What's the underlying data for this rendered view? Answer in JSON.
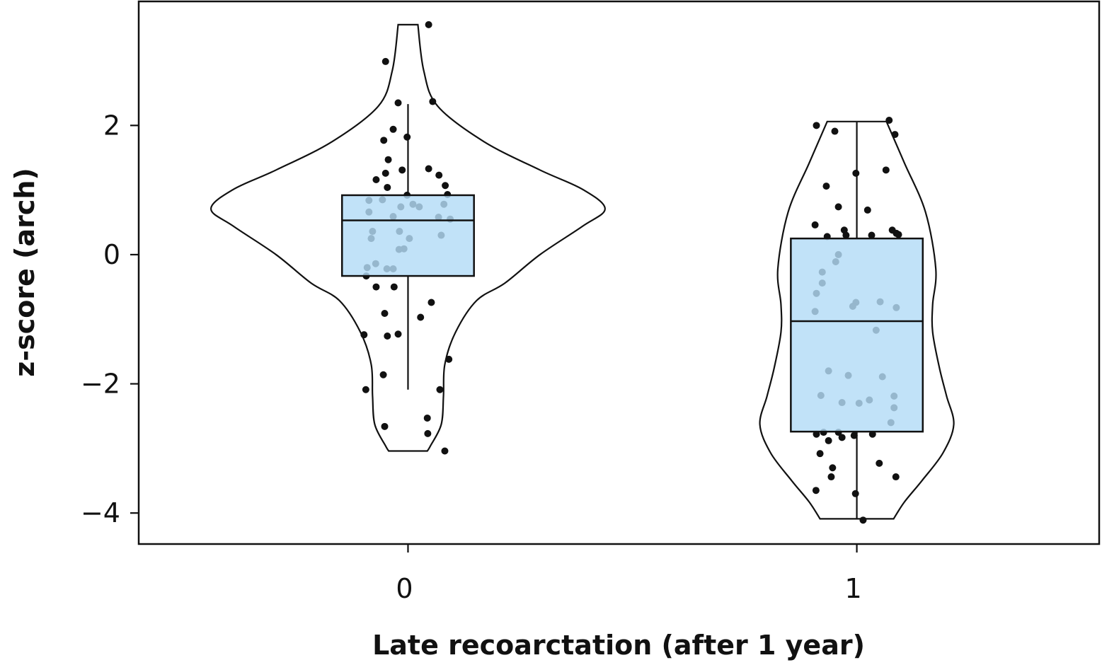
{
  "chart_data": {
    "type": "violin+box+jitter",
    "title": "",
    "xlabel": "Late recoarctation (after 1 year)",
    "ylabel": "z-score (arch)",
    "categories": [
      "0",
      "1"
    ],
    "yticks": [
      2,
      0,
      -2,
      -4
    ],
    "ytick_labels": [
      "2",
      "0",
      "−2",
      "−4"
    ],
    "ylim": [
      -4.48,
      3.92
    ],
    "xlim": [
      -0.6,
      1.54
    ],
    "grid": false,
    "colors": {
      "box_fill": "#b3dcf6",
      "outline": "#111111",
      "points": "#111111"
    },
    "groups": [
      {
        "name": "0",
        "box": {
          "q1": -0.33,
          "median": 0.53,
          "q3": 0.92,
          "whisker_low": -2.09,
          "whisker_high": 2.33
        },
        "violin": [
          [
            3.56,
            0.022
          ],
          [
            2.85,
            0.035
          ],
          [
            2.3,
            0.066
          ],
          [
            1.75,
            0.169
          ],
          [
            1.31,
            0.294
          ],
          [
            1.01,
            0.389
          ],
          [
            0.71,
            0.439
          ],
          [
            0.44,
            0.389
          ],
          [
            0,
            0.294
          ],
          [
            -0.44,
            0.216
          ],
          [
            -0.71,
            0.153
          ],
          [
            -1.2,
            0.106
          ],
          [
            -1.7,
            0.082
          ],
          [
            -2.19,
            0.079
          ],
          [
            -2.63,
            0.074
          ],
          [
            -2.96,
            0.05
          ],
          [
            -3.04,
            0.043
          ]
        ],
        "points": [
          [
            0.046,
            3.56
          ],
          [
            -0.05,
            2.99
          ],
          [
            0.055,
            2.37
          ],
          [
            -0.022,
            2.35
          ],
          [
            -0.033,
            1.94
          ],
          [
            -0.002,
            1.82
          ],
          [
            -0.054,
            1.77
          ],
          [
            -0.044,
            1.47
          ],
          [
            -0.013,
            1.31
          ],
          [
            -0.05,
            1.26
          ],
          [
            0.046,
            1.33
          ],
          [
            0.069,
            1.23
          ],
          [
            -0.071,
            1.16
          ],
          [
            0.083,
            1.07
          ],
          [
            -0.046,
            1.04
          ],
          [
            -0.002,
            0.92
          ],
          [
            0.088,
            0.93
          ],
          [
            -0.087,
            0.84
          ],
          [
            -0.057,
            0.85
          ],
          [
            0.011,
            0.78
          ],
          [
            -0.016,
            0.74
          ],
          [
            0.025,
            0.74
          ],
          [
            0.08,
            0.78
          ],
          [
            -0.087,
            0.66
          ],
          [
            -0.033,
            0.59
          ],
          [
            0.068,
            0.58
          ],
          [
            0.094,
            0.55
          ],
          [
            -0.079,
            0.36
          ],
          [
            -0.019,
            0.36
          ],
          [
            0.003,
            0.25
          ],
          [
            -0.082,
            0.25
          ],
          [
            0.074,
            0.3
          ],
          [
            -0.009,
            0.09
          ],
          [
            -0.02,
            0.08
          ],
          [
            -0.072,
            -0.14
          ],
          [
            -0.091,
            -0.2
          ],
          [
            -0.047,
            -0.22
          ],
          [
            -0.033,
            -0.22
          ],
          [
            -0.093,
            -0.33
          ],
          [
            -0.071,
            -0.5
          ],
          [
            -0.031,
            -0.5
          ],
          [
            -0.052,
            -0.91
          ],
          [
            0.052,
            -0.74
          ],
          [
            0.028,
            -0.97
          ],
          [
            -0.022,
            -1.23
          ],
          [
            -0.046,
            -1.26
          ],
          [
            -0.098,
            -1.24
          ],
          [
            0.091,
            -1.62
          ],
          [
            -0.055,
            -1.86
          ],
          [
            -0.094,
            -2.09
          ],
          [
            0.071,
            -2.09
          ],
          [
            0.043,
            -2.53
          ],
          [
            -0.052,
            -2.66
          ],
          [
            0.044,
            -2.77
          ],
          [
            0.082,
            -3.04
          ]
        ]
      },
      {
        "name": "1",
        "box": {
          "q1": -2.74,
          "median": -1.03,
          "q3": 0.25,
          "whisker_low": -4.09,
          "whisker_high": 2.05
        },
        "violin": [
          [
            2.06,
            0.066
          ],
          [
            1.42,
            0.106
          ],
          [
            0.66,
            0.153
          ],
          [
            -0.22,
            0.176
          ],
          [
            -0.77,
            0.169
          ],
          [
            -1.2,
            0.169
          ],
          [
            -1.75,
            0.184
          ],
          [
            -2.19,
            0.2
          ],
          [
            -2.63,
            0.216
          ],
          [
            -3.07,
            0.192
          ],
          [
            -3.5,
            0.145
          ],
          [
            -3.83,
            0.106
          ],
          [
            -4.09,
            0.082
          ]
        ],
        "points": [
          [
            0.072,
            2.08
          ],
          [
            -0.09,
            2.0
          ],
          [
            -0.049,
            1.91
          ],
          [
            0.085,
            1.86
          ],
          [
            -0.002,
            1.26
          ],
          [
            0.065,
            1.31
          ],
          [
            -0.068,
            1.06
          ],
          [
            -0.041,
            0.74
          ],
          [
            0.024,
            0.69
          ],
          [
            -0.093,
            0.46
          ],
          [
            -0.028,
            0.38
          ],
          [
            0.033,
            0.3
          ],
          [
            0.079,
            0.38
          ],
          [
            -0.066,
            0.28
          ],
          [
            -0.024,
            0.3
          ],
          [
            0.088,
            0.33
          ],
          [
            0.093,
            0.31
          ],
          [
            -0.041,
            0.0
          ],
          [
            -0.047,
            -0.11
          ],
          [
            -0.077,
            -0.27
          ],
          [
            -0.077,
            -0.44
          ],
          [
            -0.09,
            -0.6
          ],
          [
            -0.093,
            -0.88
          ],
          [
            -0.002,
            -0.74
          ],
          [
            0.052,
            -0.73
          ],
          [
            -0.009,
            -0.8
          ],
          [
            0.088,
            -0.82
          ],
          [
            0.043,
            -1.17
          ],
          [
            -0.063,
            -1.8
          ],
          [
            -0.019,
            -1.87
          ],
          [
            0.057,
            -1.89
          ],
          [
            -0.08,
            -2.18
          ],
          [
            0.083,
            -2.19
          ],
          [
            -0.033,
            -2.29
          ],
          [
            0.005,
            -2.3
          ],
          [
            0.028,
            -2.25
          ],
          [
            0.083,
            -2.37
          ],
          [
            0.076,
            -2.6
          ],
          [
            -0.09,
            -2.78
          ],
          [
            -0.074,
            -2.75
          ],
          [
            -0.041,
            -2.75
          ],
          [
            -0.033,
            -2.83
          ],
          [
            -0.006,
            -2.8
          ],
          [
            0.035,
            -2.78
          ],
          [
            -0.063,
            -2.88
          ],
          [
            -0.082,
            -3.08
          ],
          [
            0.05,
            -3.23
          ],
          [
            -0.054,
            -3.3
          ],
          [
            -0.057,
            -3.44
          ],
          [
            0.087,
            -3.44
          ],
          [
            -0.091,
            -3.65
          ],
          [
            -0.003,
            -3.7
          ],
          [
            0.014,
            -4.11
          ]
        ]
      }
    ]
  }
}
